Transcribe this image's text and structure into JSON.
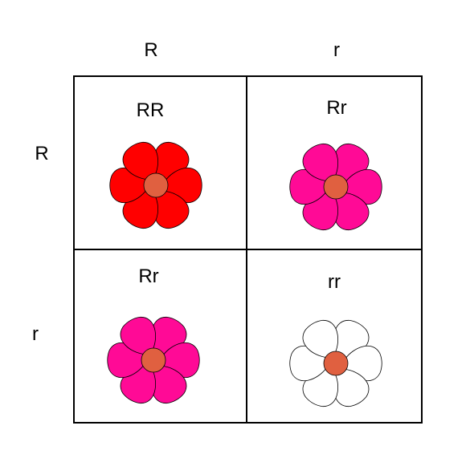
{
  "columns": [
    {
      "allele": "R"
    },
    {
      "allele": "r"
    }
  ],
  "rows": [
    {
      "allele": "R"
    },
    {
      "allele": "r"
    }
  ],
  "cells": [
    {
      "genotype": "RR",
      "flower_color": "red"
    },
    {
      "genotype": "Rr",
      "flower_color": "pink"
    },
    {
      "genotype": "Rr",
      "flower_color": "pink"
    },
    {
      "genotype": "rr",
      "flower_color": "white"
    }
  ],
  "colors": {
    "red": "#ff0000",
    "pink": "#ff0a96",
    "white": "#ffffff",
    "flower_center": "#e06040",
    "outline": "#000000"
  }
}
